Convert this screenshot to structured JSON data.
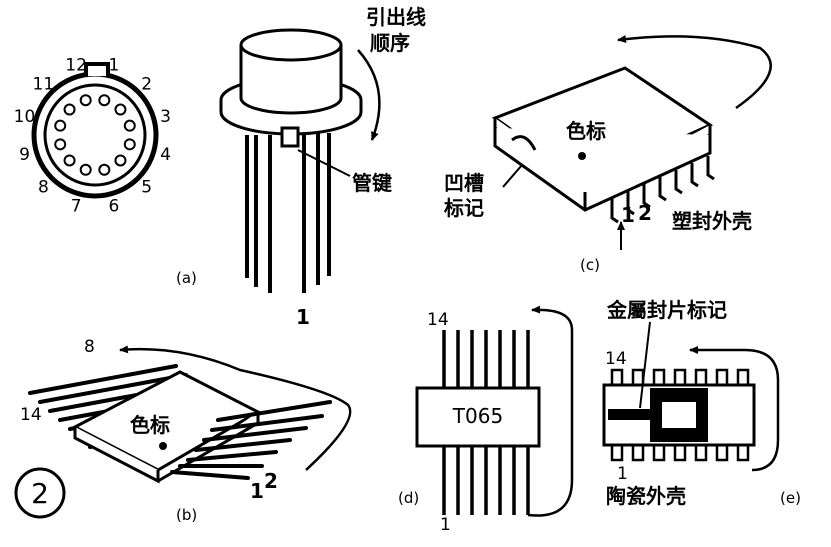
{
  "figure_number": "②",
  "panel_a": {
    "caption": "(a)",
    "pin_numbers": [
      "1",
      "2",
      "3",
      "4",
      "5",
      "6",
      "7",
      "8",
      "9",
      "10",
      "11",
      "12"
    ],
    "lead_order_label_line1": "引出线",
    "lead_order_label_line2": "顺序",
    "tube_key_label": "管键",
    "pin_one_label": "1"
  },
  "panel_b": {
    "caption": "(b)",
    "color_mark_label": "色标",
    "pin_first_label": "1",
    "pin_second_label": "2",
    "pin_eight_label": "8",
    "pin_fourteen_label": "14"
  },
  "panel_c": {
    "caption": "(c)",
    "color_mark_label": "色标",
    "notch_mark_label_line1": "凹槽",
    "notch_mark_label_line2": "标记",
    "pin_first_label": "1",
    "pin_second_label": "2",
    "case_label": "塑封外壳"
  },
  "panel_d": {
    "caption": "(d)",
    "chip_text": "T065",
    "pin_fourteen_label": "14",
    "pin_one_label": "1"
  },
  "panel_e": {
    "caption": "(e)",
    "metal_seal_label": "金屬封片标记",
    "pin_fourteen_label": "14",
    "pin_one_label": "1",
    "case_label": "陶瓷外壳"
  }
}
